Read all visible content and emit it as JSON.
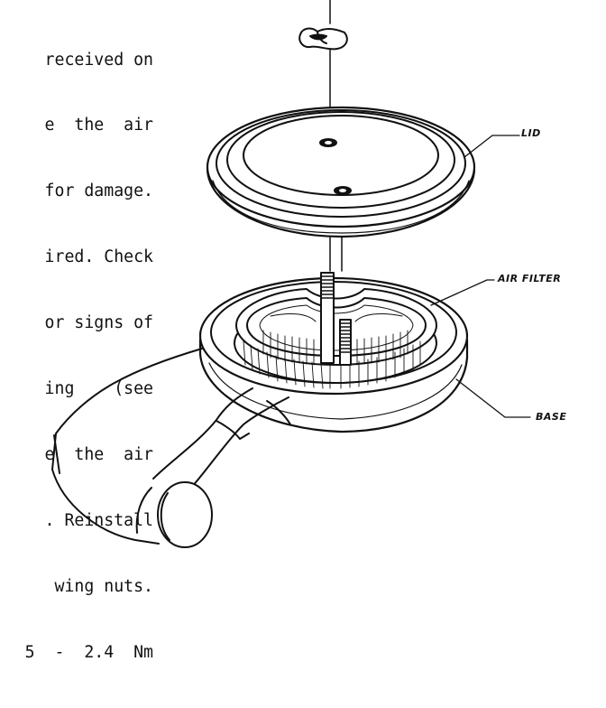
{
  "document": {
    "text_lines": [
      "received on",
      "e  the  air",
      "for damage.",
      "ired. Check",
      "or signs of",
      "ing    (see",
      "e  the  air",
      ". Reinstall",
      " wing nuts.",
      "5  -  2.4  Nm"
    ]
  },
  "figure": {
    "labels": {
      "lid": "LID",
      "air_filter": "AIR FILTER",
      "base": "BASE"
    }
  }
}
